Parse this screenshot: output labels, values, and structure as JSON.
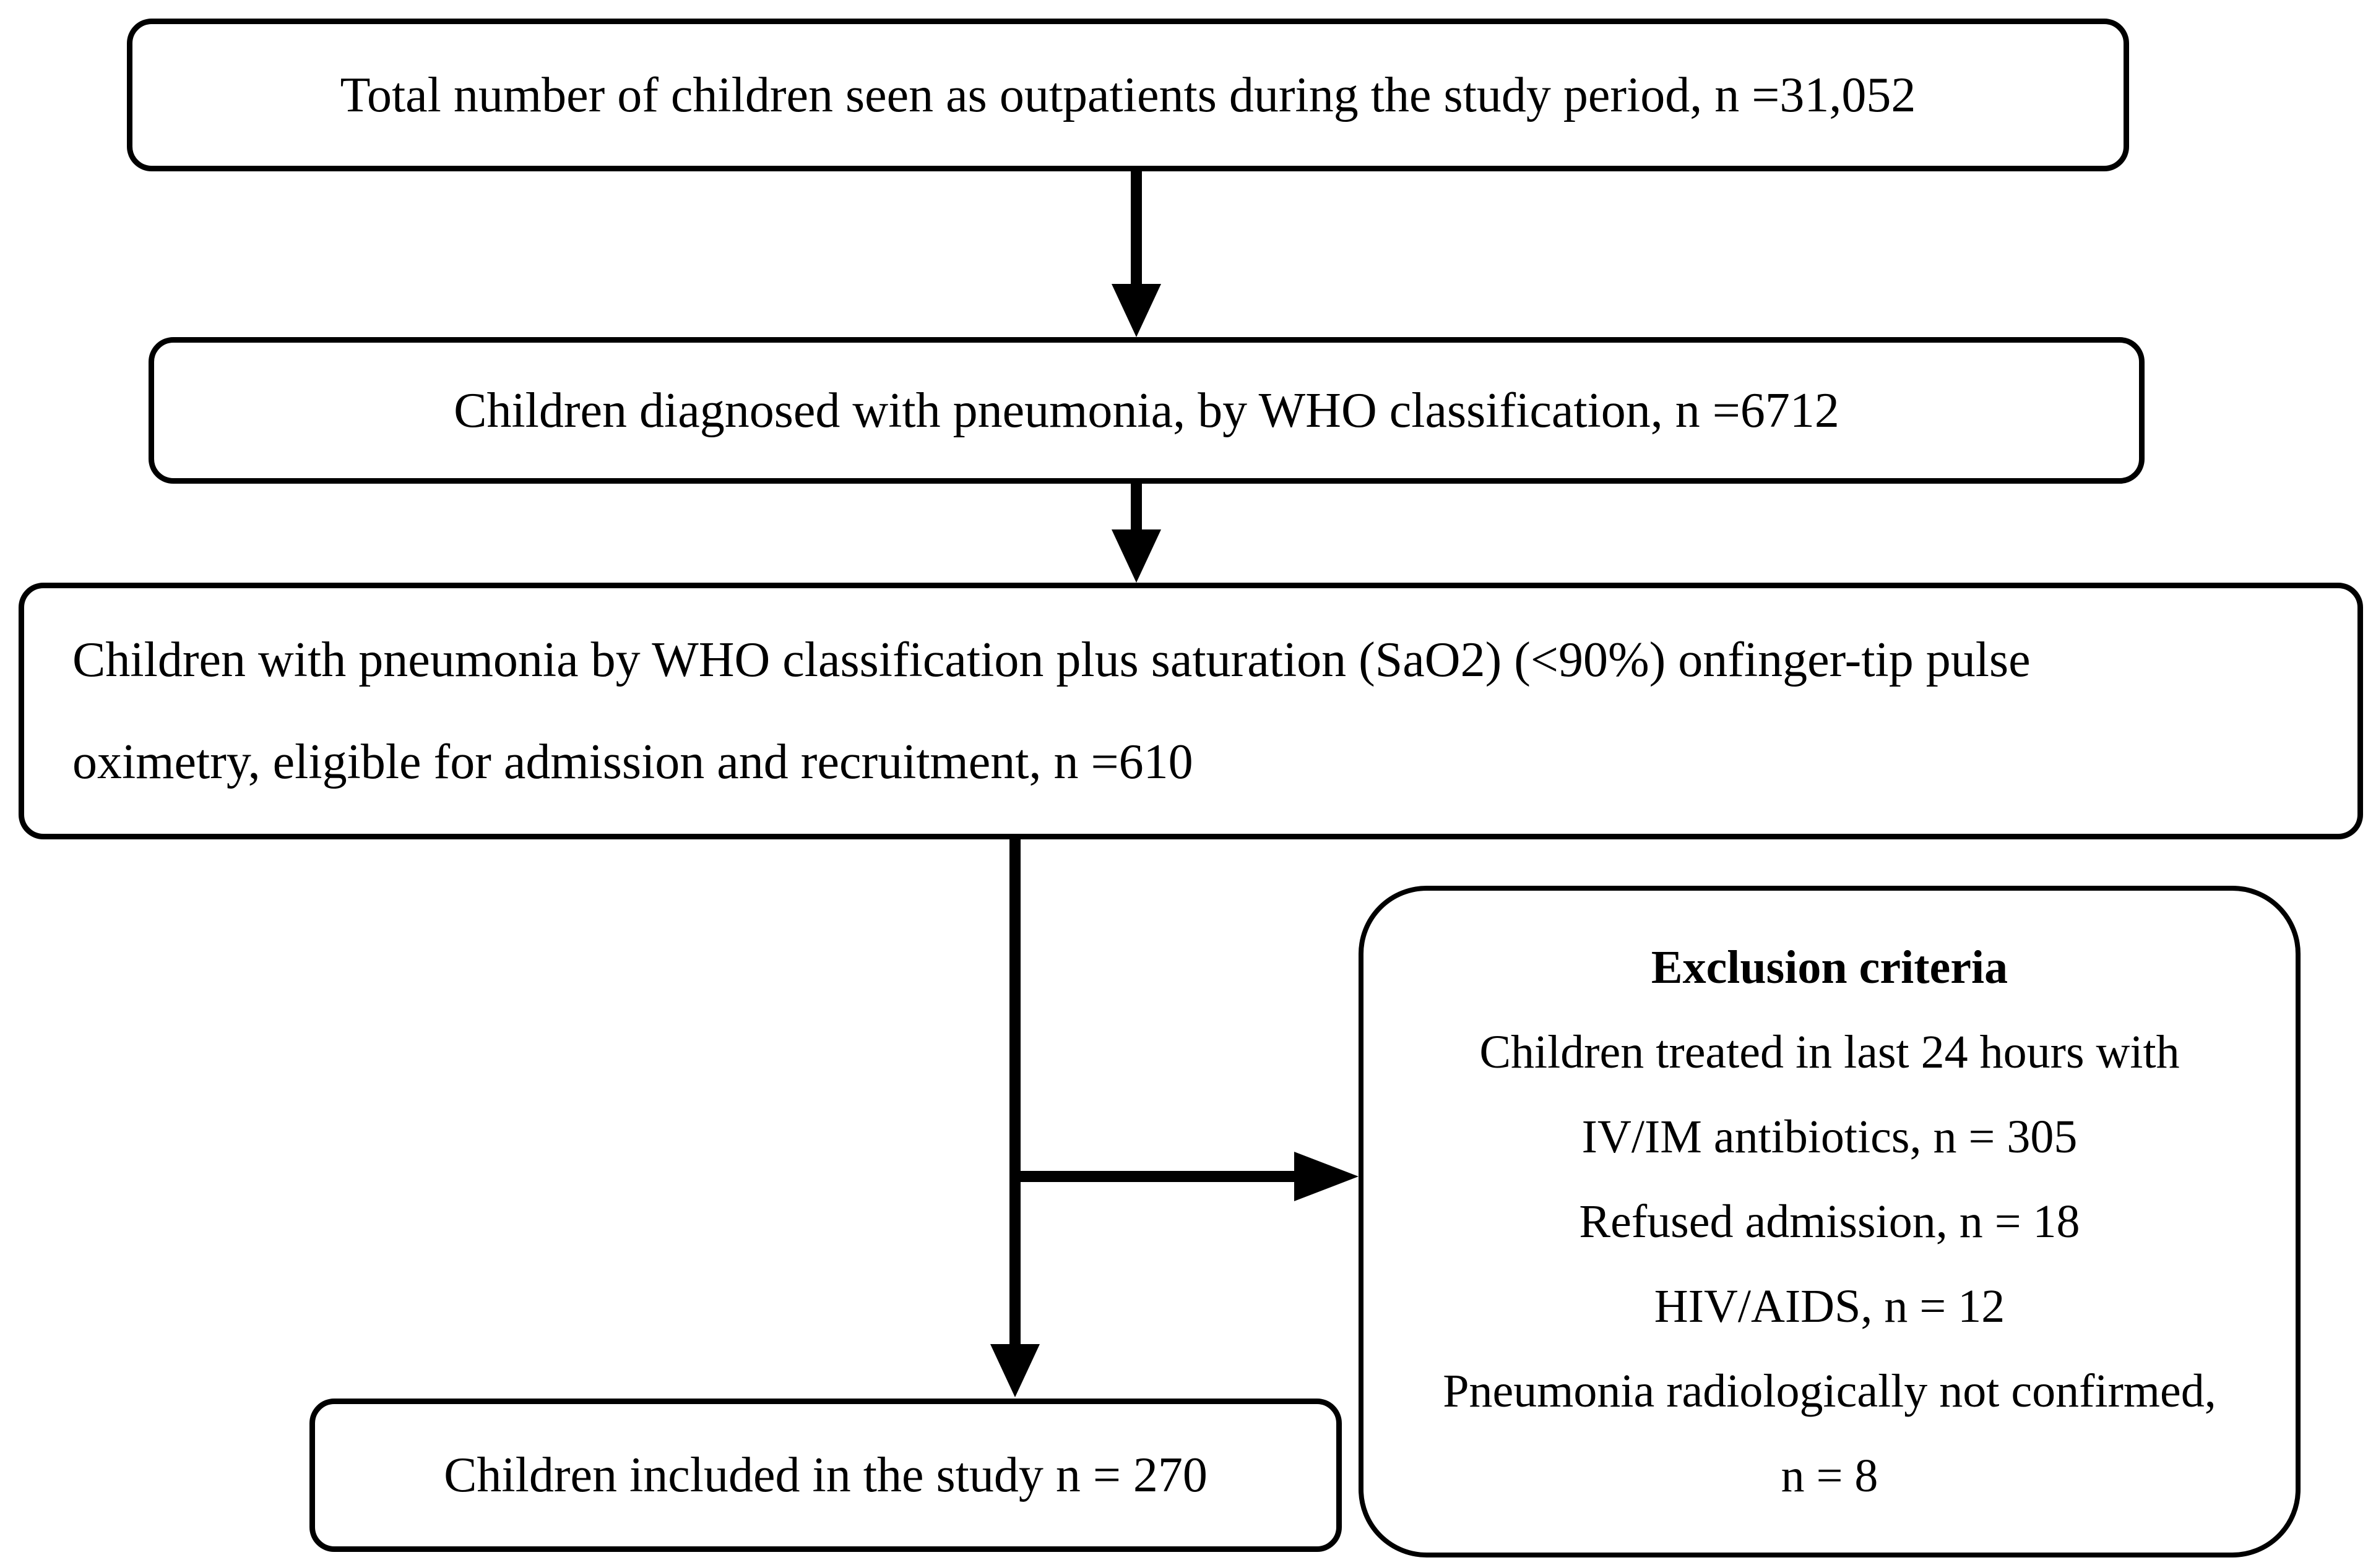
{
  "diagram": {
    "background_color": "#ffffff",
    "ink_color": "#000000",
    "boxes": {
      "box1": {
        "text": "Total number of children seen as outpatients during the study period, n =31,052"
      },
      "box2": {
        "text": "Children diagnosed with pneumonia, by WHO classification, n =6712"
      },
      "box3": {
        "line1": "Children with pneumonia by WHO classification plus saturation (SaO2) (<90%) onfinger-tip pulse",
        "line2": "oximetry, eligible for admission and recruitment, n =610"
      },
      "included": {
        "text": "Children included in the study n = 270"
      },
      "exclusion": {
        "title": "Exclusion criteria",
        "lines": [
          "Children treated in last 24 hours with",
          "IV/IM antibiotics, n = 305",
          "Refused admission, n = 18",
          "HIV/AIDS, n = 12",
          "Pneumonia radiologically not confirmed,",
          "n = 8"
        ]
      }
    }
  }
}
